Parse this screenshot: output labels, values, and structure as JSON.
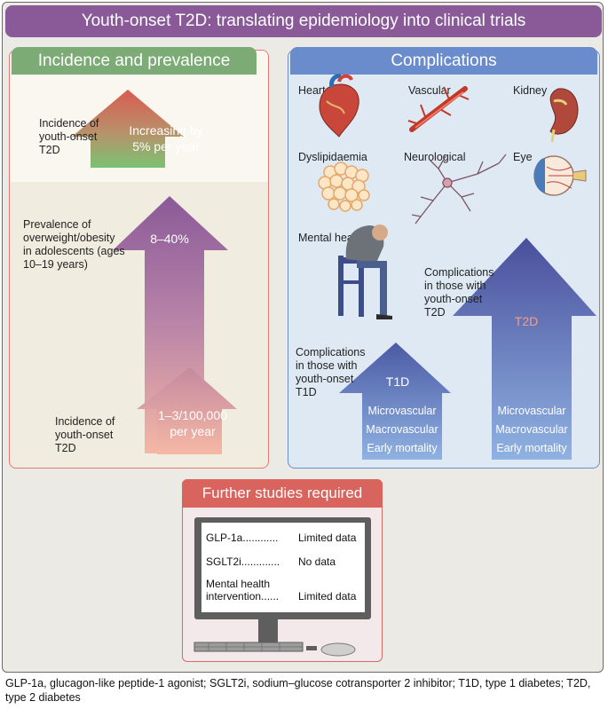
{
  "title": "Youth-onset T2D: translating epidemiology into clinical trials",
  "incidence_panel": {
    "heading": "Incidence and prevalence",
    "incidence_top_label": "Incidence of\nyouth-onset\nT2D",
    "incidence_top_value": "Increasing by\n5% per year",
    "prevalence_label": "Prevalence of\noverweight/obesity\nin adolescents (ages\n10–19 years)",
    "prevalence_value": "8–40%",
    "incidence_bottom_label": "Incidence of\nyouth-onset\nT2D",
    "incidence_bottom_value": "1–3/100,000\nper year"
  },
  "complications_panel": {
    "heading": "Complications",
    "organs": [
      "Heart",
      "Vascular",
      "Kidney",
      "Dyslipidaemia",
      "Neurological",
      "Eye",
      "Mental health"
    ],
    "t1d_label": "Complications\nin those with\nyouth-onset\nT1D",
    "t1d_arrow_title": "T1D",
    "t1d_items": [
      "Microvascular",
      "Macrovascular",
      "Early mortality"
    ],
    "t2d_label": "Complications\nin those with\nyouth-onset\nT2D",
    "t2d_arrow_title": "T2D",
    "t2d_items": [
      "Microvascular",
      "Macrovascular",
      "Early mortality"
    ]
  },
  "further_studies": {
    "heading": "Further studies required",
    "rows": [
      {
        "left": "GLP-1a............",
        "right": "Limited data"
      },
      {
        "left": "SGLT2i.............",
        "right": "No data"
      },
      {
        "left": "Mental health\nintervention......",
        "right": "Limited data"
      }
    ]
  },
  "caption": "GLP-1a, glucagon-like peptide-1 agonist; SGLT2i, sodium–glucose cotransporter 2 inhibitor; T1D, type 1 diabetes; T2D, type 2 diabetes",
  "colors": {
    "title_bar": "#8a5a98",
    "incidence_head": "#7cab75",
    "complications_head": "#6a8ccd",
    "further_head": "#d9645e",
    "t2d_text": "#f0a08c"
  }
}
